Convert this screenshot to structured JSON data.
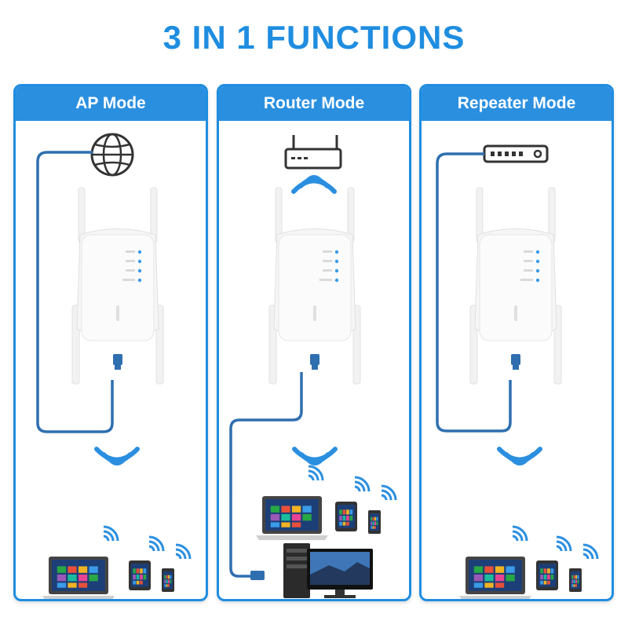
{
  "title": "3 IN 1 FUNCTIONS",
  "colors": {
    "accent": "#1f8de0",
    "header_bg": "#2b8fe0",
    "cable": "#2f6fb0",
    "led": "#3a9be8"
  },
  "panels": [
    {
      "label": "AP Mode",
      "source_icon": "globe-icon"
    },
    {
      "label": "Router Mode",
      "source_icon": "router-icon"
    },
    {
      "label": "Repeater Mode",
      "source_icon": "modem-icon"
    }
  ]
}
